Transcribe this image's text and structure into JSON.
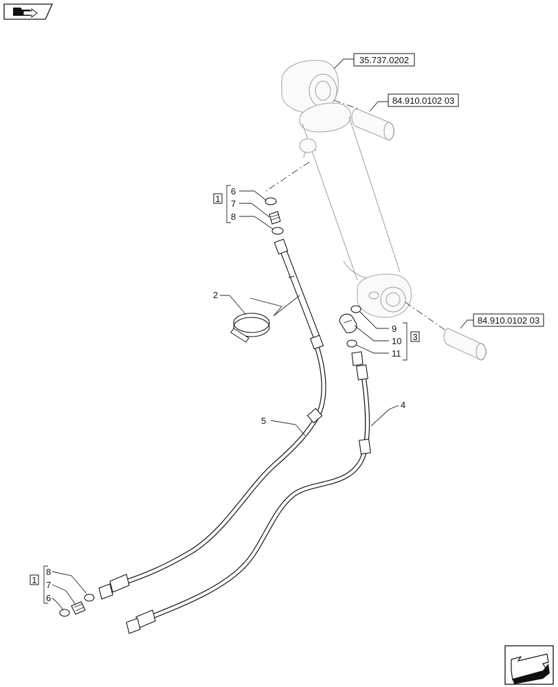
{
  "refs": {
    "cylinder": "35.737.0202",
    "pin_top": "84.910.0102 03",
    "pin_bottom": "84.910.0102 03"
  },
  "kits": {
    "top_left": {
      "number": "1",
      "items": [
        "6",
        "7",
        "8"
      ]
    },
    "right": {
      "number": "3",
      "items": [
        "9",
        "10",
        "11"
      ]
    },
    "bottom_left": {
      "number": "1",
      "items": [
        "8",
        "7",
        "6"
      ]
    }
  },
  "callouts": {
    "clamp": "2",
    "hose_right": "4",
    "hose_left": "5"
  },
  "icons": {
    "top_left": "folder-arrow-icon",
    "bottom_right": "navigation-arrow-icon"
  }
}
